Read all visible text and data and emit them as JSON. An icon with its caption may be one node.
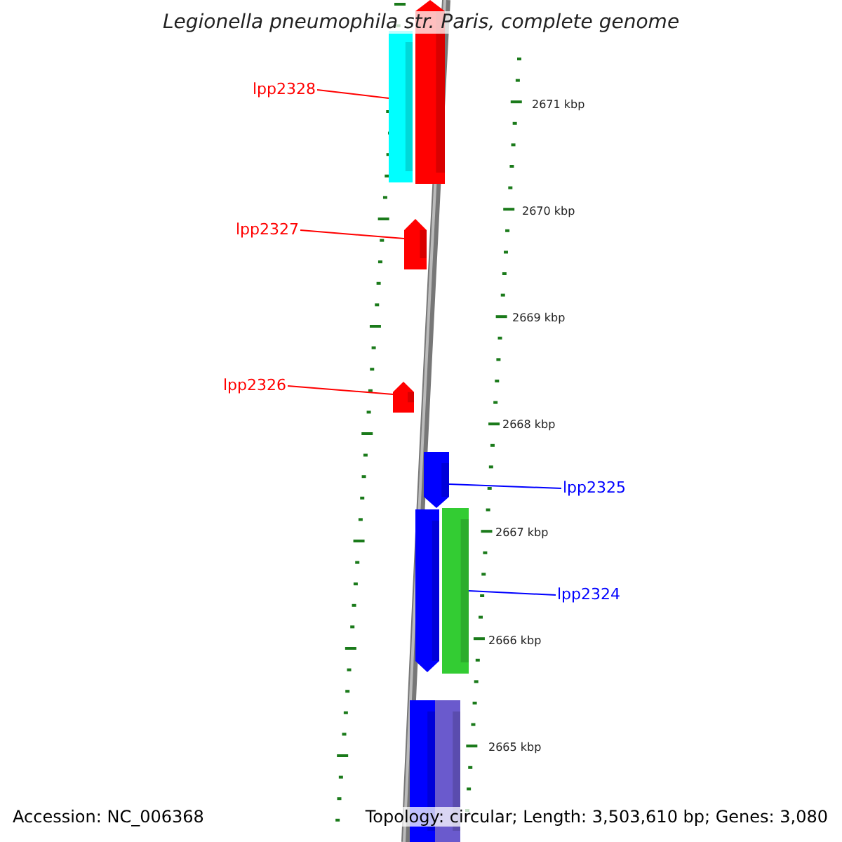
{
  "diagram": {
    "title": "Legionella pneumophila str. Paris, complete genome",
    "nodes": [
      {
        "text": [
          "lpp2328"
        ]
      },
      {
        "text": [
          "lpp2327"
        ]
      },
      {
        "text": [
          "lpp2326"
        ]
      },
      {
        "text": [
          "lpp2325"
        ]
      },
      {
        "text": [
          "lpp2324"
        ]
      },
      {
        "text": [],
        "shape": "bar"
      },
      {
        "text": [],
        "shape": "arrow"
      },
      {
        "text": [],
        "shape": "arrow"
      },
      {
        "text": [],
        "shape": "arrow"
      },
      {
        "text": [],
        "shape": "arrow"
      },
      {
        "text": [],
        "shape": "arrow"
      },
      {
        "text": [],
        "shape": "bar"
      },
      {
        "text": [],
        "shape": "bar"
      },
      {
        "text": [],
        "shape": "bar"
      }
    ],
    "edges": [
      {
        "from": 0,
        "to": 5,
        "arrow": "none"
      },
      {
        "from": 1,
        "to": 7,
        "arrow": "none"
      },
      {
        "from": 2,
        "to": 8,
        "arrow": "none"
      },
      {
        "from": 3,
        "to": 9,
        "arrow": "none",
        "color": "#0000ff"
      },
      {
        "from": 4,
        "to": 11,
        "arrow": "none",
        "color": "#0000ff"
      }
    ],
    "labels": [
      "2671 kbp",
      "2670 kbp",
      "2669 kbp",
      "2668 kbp",
      "2667 kbp",
      "2666 kbp",
      "2665 kbp",
      "Accession: NC_006368",
      "Topology: circular; Length: 3,503,610 bp; Genes: 3,080"
    ]
  }
}
